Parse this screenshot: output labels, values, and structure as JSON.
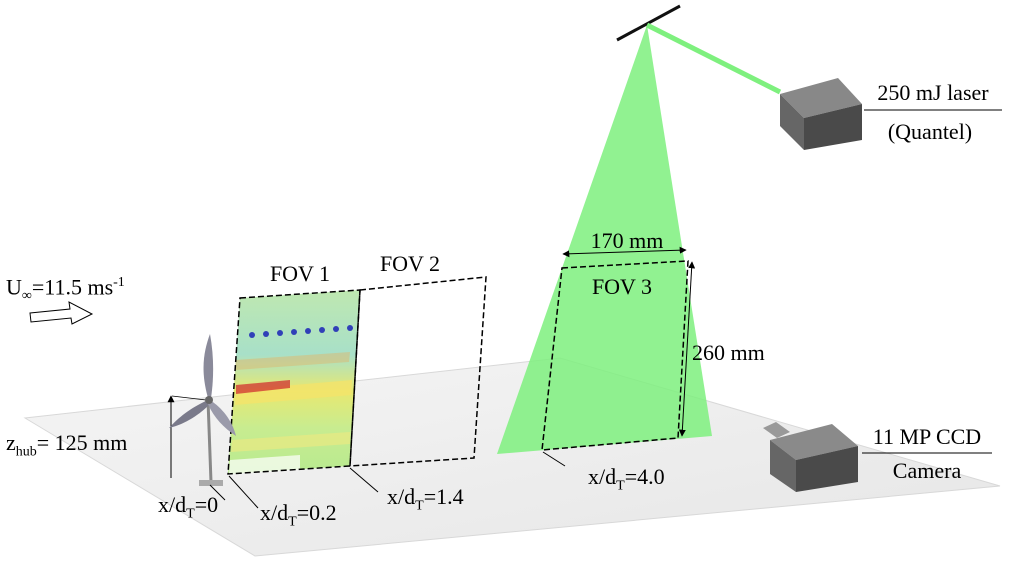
{
  "flow": {
    "label": "U",
    "sub": "∞",
    "value": "=11.5 ms",
    "sup": "-1"
  },
  "fov": {
    "fov1": "FOV 1",
    "fov2": "FOV 2",
    "fov3": "FOV 3"
  },
  "dimensions": {
    "width": "170 mm",
    "height": "260 mm"
  },
  "hub": {
    "prefix": "z",
    "sub": "hub",
    "value": "= 125 mm"
  },
  "positions": {
    "p0": {
      "pre": "x/d",
      "sub": "T",
      "post": "=0"
    },
    "p1": {
      "pre": "x/d",
      "sub": "T",
      "post": "=0.2"
    },
    "p2": {
      "pre": "x/d",
      "sub": "T",
      "post": "=1.4"
    },
    "p3": {
      "pre": "x/d",
      "sub": "T",
      "post": "=4.0"
    }
  },
  "laser": {
    "line1": "250 mJ laser",
    "line2": "(Quantel)"
  },
  "camera": {
    "line1": "11 MP CCD",
    "line2": "Camera"
  },
  "colors": {
    "laser_green": "#7ef07e",
    "floor": "#efefef",
    "device": "#555555"
  }
}
